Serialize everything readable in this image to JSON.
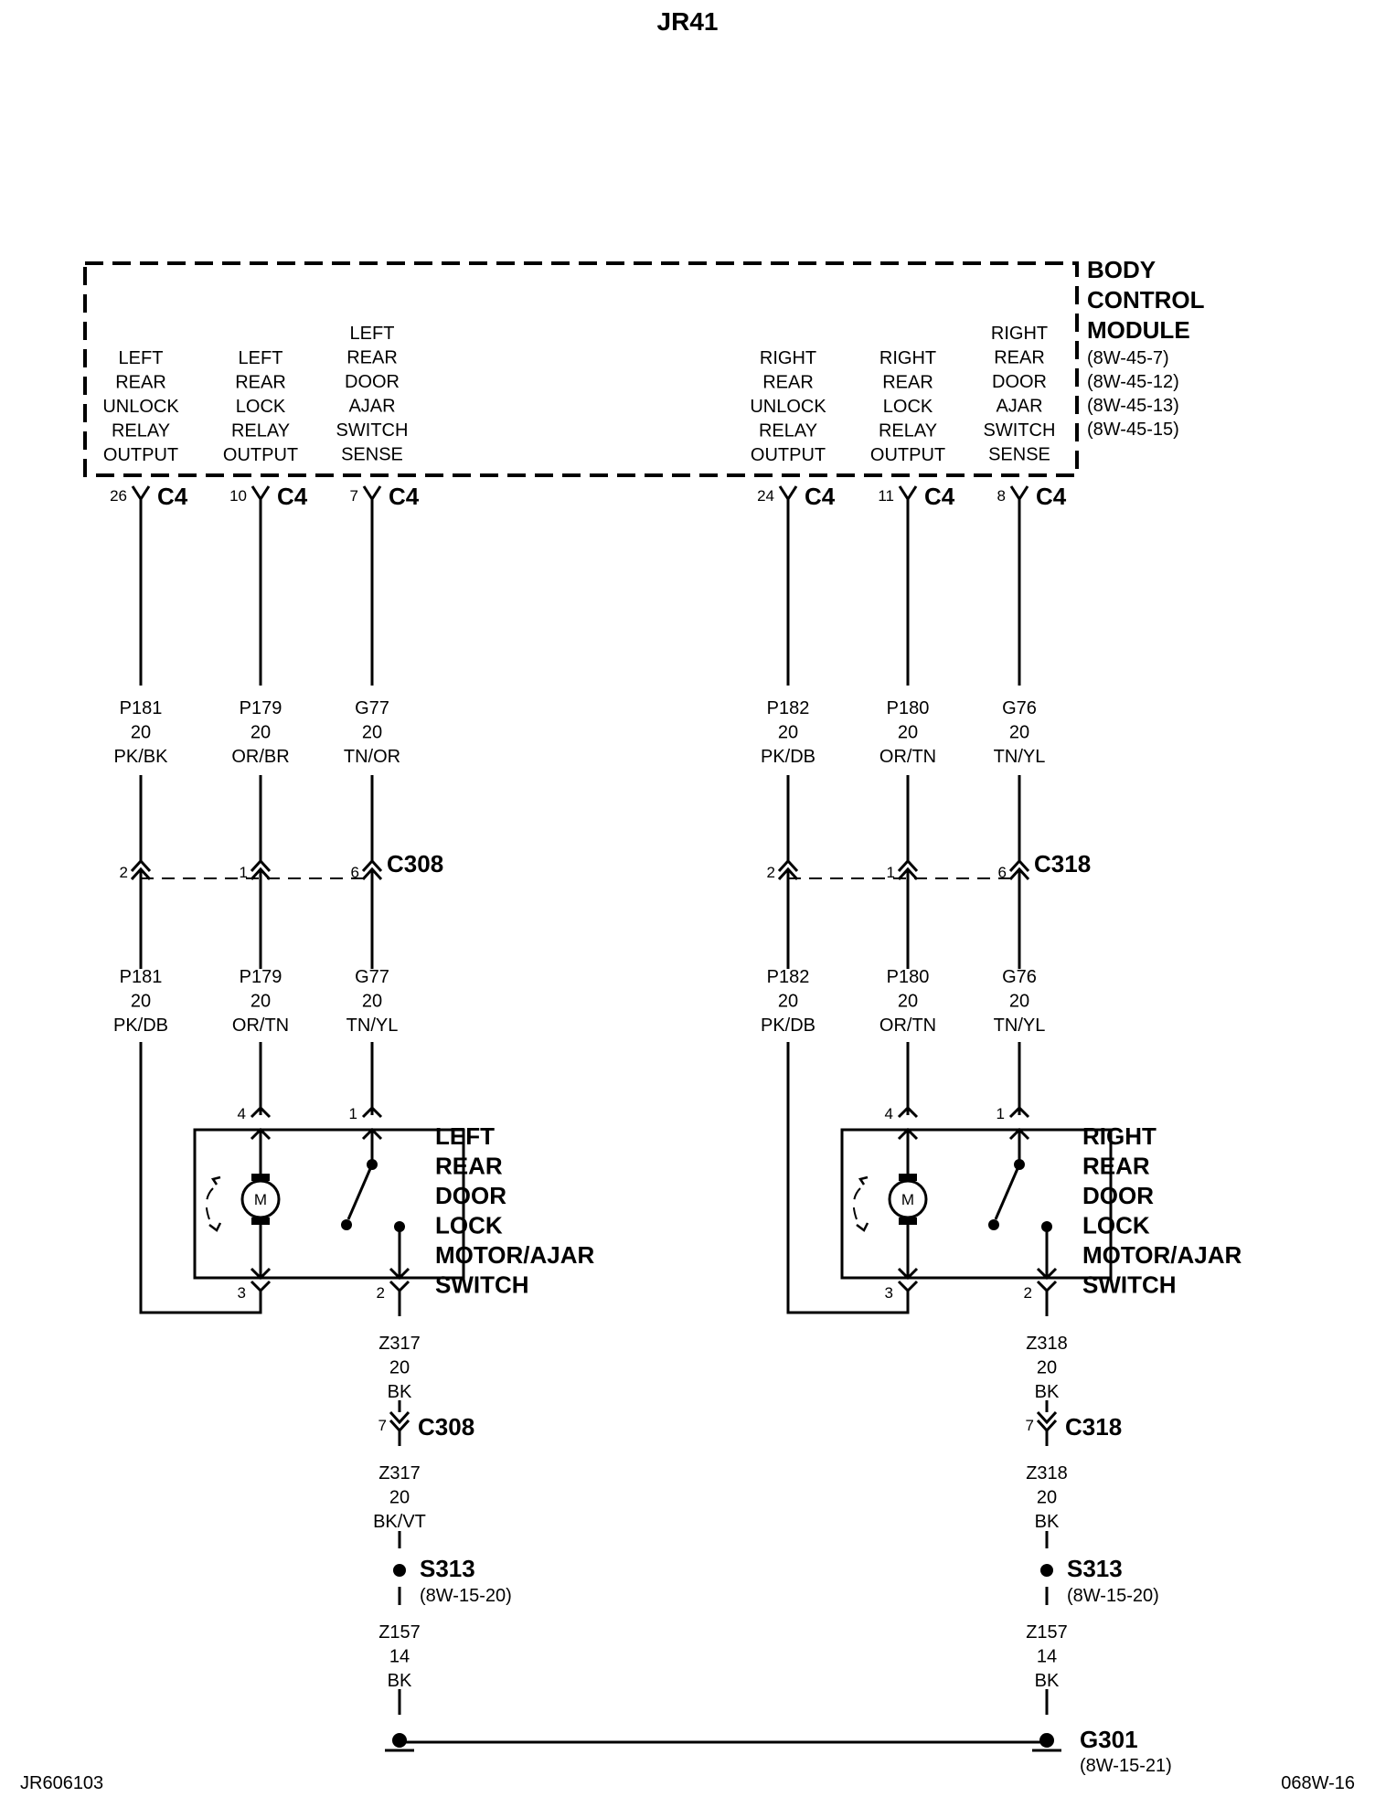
{
  "title": "JR41",
  "footer": {
    "left": "JR606103",
    "right": "068W-16"
  },
  "module": {
    "name": [
      "BODY",
      "CONTROL",
      "MODULE"
    ],
    "refs": [
      "(8W-45-7)",
      "(8W-45-12)",
      "(8W-45-13)",
      "(8W-45-15)"
    ]
  },
  "circuits": [
    {
      "func": [
        "LEFT",
        "REAR",
        "UNLOCK",
        "RELAY",
        "OUTPUT"
      ],
      "pin": "26",
      "conn": "C4",
      "wire_top": [
        "P181",
        "20",
        "PK/BK"
      ],
      "c_pin": "2",
      "wire_bot": [
        "P181",
        "20",
        "PK/DB"
      ],
      "dev_pin": "3"
    },
    {
      "func": [
        "LEFT",
        "REAR",
        "LOCK",
        "RELAY",
        "OUTPUT"
      ],
      "pin": "10",
      "conn": "C4",
      "wire_top": [
        "P179",
        "20",
        "OR/BR"
      ],
      "c_pin": "1",
      "wire_bot": [
        "P179",
        "20",
        "OR/TN"
      ],
      "dev_pin": "4"
    },
    {
      "func": [
        "LEFT",
        "REAR",
        "DOOR",
        "AJAR",
        "SWITCH",
        "SENSE"
      ],
      "pin": "7",
      "conn": "C4",
      "wire_top": [
        "G77",
        "20",
        "TN/OR"
      ],
      "c_pin": "6",
      "wire_bot": [
        "G77",
        "20",
        "TN/YL"
      ],
      "dev_pin": "1"
    },
    {
      "func": [
        "RIGHT",
        "REAR",
        "UNLOCK",
        "RELAY",
        "OUTPUT"
      ],
      "pin": "24",
      "conn": "C4",
      "wire_top": [
        "P182",
        "20",
        "PK/DB"
      ],
      "c_pin": "2",
      "wire_bot": [
        "P182",
        "20",
        "PK/DB"
      ],
      "dev_pin": "3"
    },
    {
      "func": [
        "RIGHT",
        "REAR",
        "LOCK",
        "RELAY",
        "OUTPUT"
      ],
      "pin": "11",
      "conn": "C4",
      "wire_top": [
        "P180",
        "20",
        "OR/TN"
      ],
      "c_pin": "1",
      "wire_bot": [
        "P180",
        "20",
        "OR/TN"
      ],
      "dev_pin": "4"
    },
    {
      "func": [
        "RIGHT",
        "REAR",
        "DOOR",
        "AJAR",
        "SWITCH",
        "SENSE"
      ],
      "pin": "8",
      "conn": "C4",
      "wire_top": [
        "G76",
        "20",
        "TN/YL"
      ],
      "c_pin": "6",
      "wire_bot": [
        "G76",
        "20",
        "TN/YL"
      ],
      "dev_pin": "1"
    }
  ],
  "inline_connectors": [
    "C308",
    "C318"
  ],
  "motor_symbol": "M",
  "devices": [
    {
      "name": [
        "LEFT",
        "REAR",
        "DOOR",
        "LOCK",
        "MOTOR/AJAR",
        "SWITCH"
      ],
      "out_pin": "2",
      "ground_wire1": [
        "Z317",
        "20",
        "BK"
      ],
      "conn_pin": "7",
      "conn": "C308",
      "ground_wire2": [
        "Z317",
        "20",
        "BK/VT"
      ],
      "splice": "S313",
      "splice_ref": "(8W-15-20)",
      "ground_wire3": [
        "Z157",
        "14",
        "BK"
      ]
    },
    {
      "name": [
        "RIGHT",
        "REAR",
        "DOOR",
        "LOCK",
        "MOTOR/AJAR",
        "SWITCH"
      ],
      "out_pin": "2",
      "ground_wire1": [
        "Z318",
        "20",
        "BK"
      ],
      "conn_pin": "7",
      "conn": "C318",
      "ground_wire2": [
        "Z318",
        "20",
        "BK"
      ],
      "splice": "S313",
      "splice_ref": "(8W-15-20)",
      "ground_wire3": [
        "Z157",
        "14",
        "BK"
      ]
    }
  ],
  "ground": {
    "name": "G301",
    "ref": "(8W-15-21)"
  }
}
